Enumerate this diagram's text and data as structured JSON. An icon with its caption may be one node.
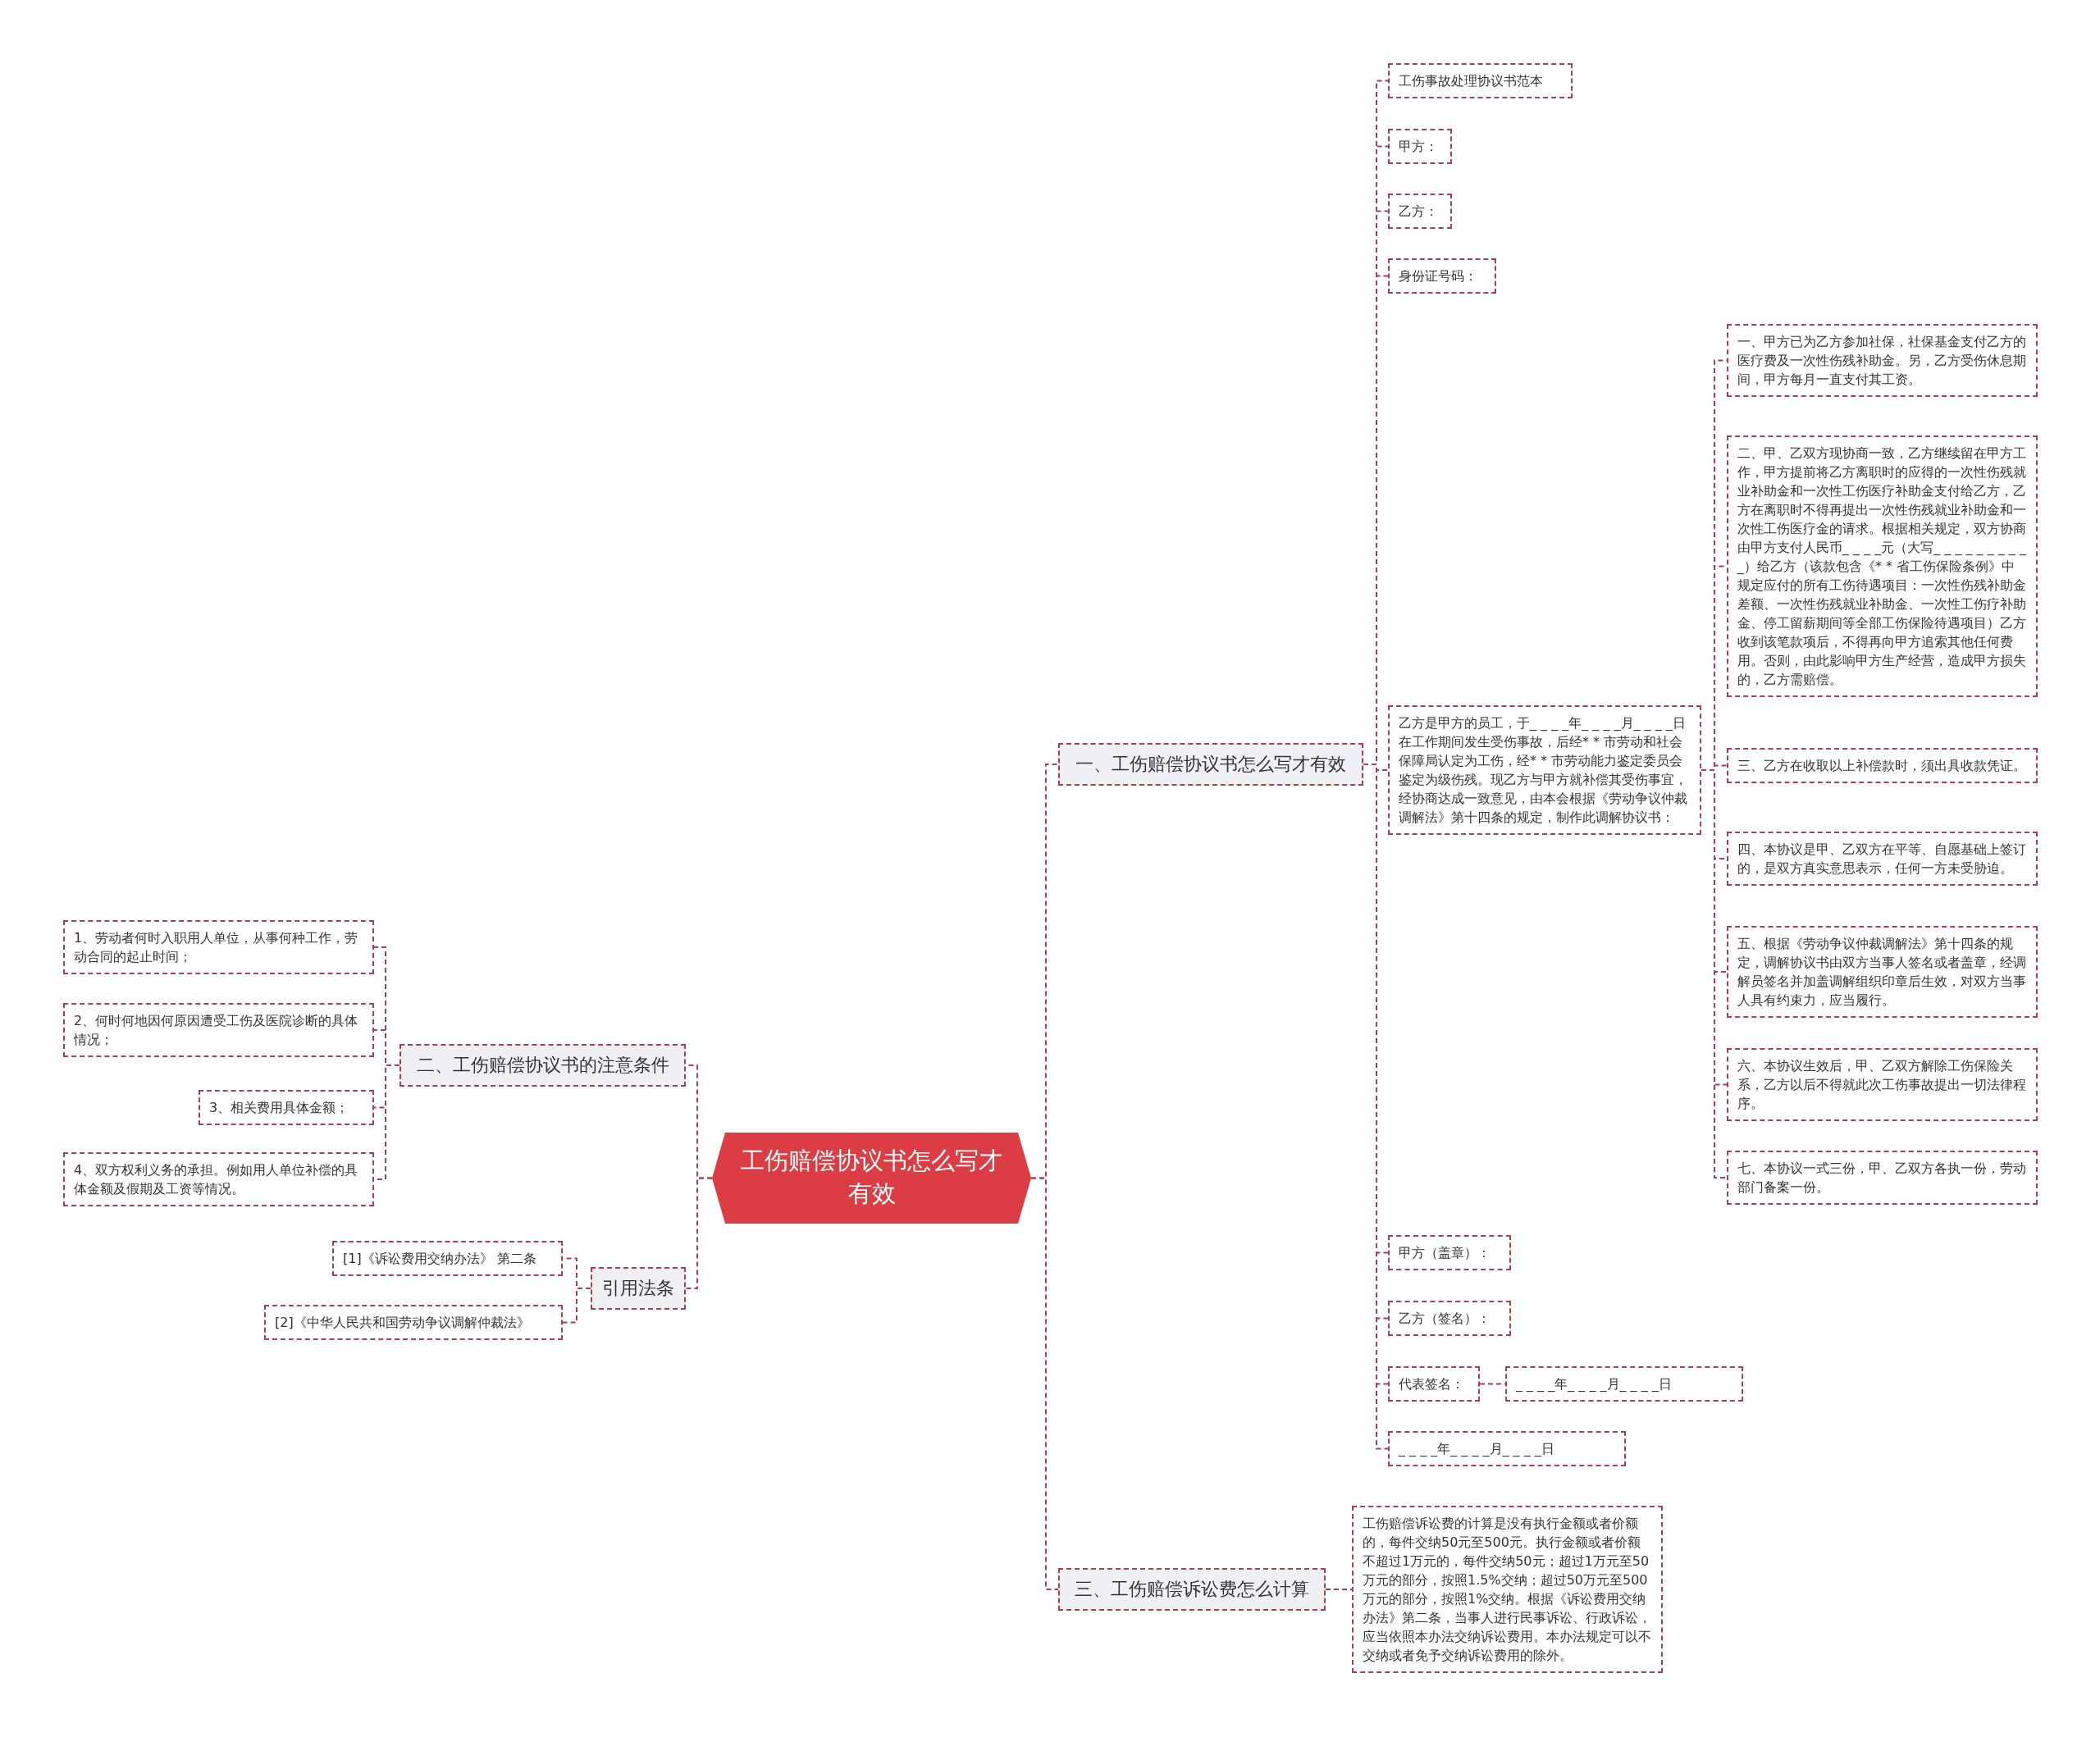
{
  "diagram": {
    "nodes": [
      {
        "text": [
          "工伤赔偿协议书怎么写才有效"
        ]
      },
      {
        "text": [
          "一、工伤赔偿协议书怎么写才有效"
        ]
      },
      {
        "text": [
          "工伤事故处理协议书范本"
        ]
      },
      {
        "text": [
          "甲方："
        ]
      },
      {
        "text": [
          "乙方："
        ]
      },
      {
        "text": [
          "身份证号码："
        ]
      },
      {
        "text": [
          "乙方是甲方的员工，于_ _ _ _年_ _ _ _月_ _ _ _日在工作期间发生受伤事故，后经* * 市劳动和社会保障局认定为工伤，经* * 市劳动能力鉴定委员会鉴定为级伤残。现乙方与甲方就补偿其受伤事宜，经协商达成一致意见，由本会根据《劳动争议仲裁调解法》第十四条的规定，制作此调解协议书："
        ]
      },
      {
        "text": [
          "一、甲方已为乙方参加社保，社保基金支付乙方的医疗费及一次性伤残补助金。另，乙方受伤休息期间，甲方每月一直支付其工资。"
        ]
      },
      {
        "text": [
          "二、甲、乙双方现协商一致，乙方继续留在甲方工作，甲方提前将乙方离职时的应得的一次性伤残就业补助金和一次性工伤医疗补助金支付给乙方，乙方在离职时不得再提出一次性伤残就业补助金和一次性工伤医疗金的请求。根据相关规定，双方协商由甲方支付人民币_ _ _ _元（大写_ _ _ _ _ _ _ _ _ _）给乙方（该款包含《* * 省工伤保险条例》中规定应付的所有工伤待遇项目：一次性伤残补助金差额、一次性伤残就业补助金、一次性工伤疗补助金、停工留薪期间等全部工伤保险待遇项目）乙方收到该笔款项后，不得再向甲方追索其他任何费用。否则，由此影响甲方生产经营，造成甲方损失的，乙方需赔偿。"
        ]
      },
      {
        "text": [
          "三、乙方在收取以上补偿款时，须出具收款凭证。"
        ]
      },
      {
        "text": [
          "四、本协议是甲、乙双方在平等、自愿基础上签订的，是双方真实意思表示，任何一方未受胁迫。"
        ]
      },
      {
        "text": [
          "五、根据《劳动争议仲裁调解法》第十四条的规定，调解协议书由双方当事人签名或者盖章，经调解员签名并加盖调解组织印章后生效，对双方当事人具有约束力，应当履行。"
        ]
      },
      {
        "text": [
          "六、本协议生效后，甲、乙双方解除工伤保险关系，乙方以后不得就此次工伤事故提出一切法律程序。"
        ]
      },
      {
        "text": [
          "七、本协议一式三份，甲、乙双方各执一份，劳动部门备案一份。"
        ]
      },
      {
        "text": [
          "甲方（盖章）："
        ]
      },
      {
        "text": [
          "乙方（签名）："
        ]
      },
      {
        "text": [
          "代表签名："
        ]
      },
      {
        "text": [
          "_ _ _ _年_ _ _ _月_ _ _ _日"
        ]
      },
      {
        "text": [
          "_ _ _ _年_ _ _ _月_ _ _ _日"
        ]
      },
      {
        "text": [
          "三、工伤赔偿诉讼费怎么计算"
        ]
      },
      {
        "text": [
          "工伤赔偿诉讼费的计算是没有执行金额或者价额的，每件交纳50元至500元。执行金额或者价额不超过1万元的，每件交纳50元；超过1万元至50万元的部分，按照1.5%交纳；超过50万元至500万元的部分，按照1%交纳。根据《诉讼费用交纳办法》第二条，当事人进行民事诉讼、行政诉讼，应当依照本办法交纳诉讼费用。本办法规定可以不交纳或者免予交纳诉讼费用的除外。"
        ]
      },
      {
        "text": [
          "二、工伤赔偿协议书的注意条件"
        ]
      },
      {
        "text": [
          "1、劳动者何时入职用人单位，从事何种工作，劳动合同的起止时间；"
        ]
      },
      {
        "text": [
          "2、何时何地因何原因遭受工伤及医院诊断的具体情况；"
        ]
      },
      {
        "text": [
          "3、相关费用具体金额；"
        ]
      },
      {
        "text": [
          "4、双方权利义务的承担。例如用人单位补偿的具体金额及假期及工资等情况。"
        ]
      },
      {
        "text": [
          "引用法条"
        ]
      },
      {
        "text": [
          "[1]《诉讼费用交纳办法》 第二条"
        ]
      },
      {
        "text": [
          "[2]《中华人民共和国劳动争议调解仲裁法》"
        ]
      }
    ],
    "edges": [
      {
        "from": 0,
        "to": 1,
        "arrow": "none"
      },
      {
        "from": 0,
        "to": 19,
        "arrow": "none"
      },
      {
        "from": 0,
        "to": 21,
        "arrow": "none"
      },
      {
        "from": 0,
        "to": 26,
        "arrow": "none"
      },
      {
        "from": 1,
        "to": 2,
        "arrow": "none"
      },
      {
        "from": 1,
        "to": 3,
        "arrow": "none"
      },
      {
        "from": 1,
        "to": 4,
        "arrow": "none"
      },
      {
        "from": 1,
        "to": 5,
        "arrow": "none"
      },
      {
        "from": 1,
        "to": 6,
        "arrow": "none"
      },
      {
        "from": 1,
        "to": 14,
        "arrow": "none"
      },
      {
        "from": 1,
        "to": 15,
        "arrow": "none"
      },
      {
        "from": 1,
        "to": 16,
        "arrow": "none"
      },
      {
        "from": 1,
        "to": 18,
        "arrow": "none"
      },
      {
        "from": 6,
        "to": 7,
        "arrow": "none"
      },
      {
        "from": 6,
        "to": 8,
        "arrow": "none"
      },
      {
        "from": 6,
        "to": 9,
        "arrow": "none"
      },
      {
        "from": 6,
        "to": 10,
        "arrow": "none"
      },
      {
        "from": 6,
        "to": 11,
        "arrow": "none"
      },
      {
        "from": 6,
        "to": 12,
        "arrow": "none"
      },
      {
        "from": 6,
        "to": 13,
        "arrow": "none"
      },
      {
        "from": 16,
        "to": 17,
        "arrow": "none"
      },
      {
        "from": 19,
        "to": 20,
        "arrow": "none"
      },
      {
        "from": 21,
        "to": 22,
        "arrow": "none"
      },
      {
        "from": 21,
        "to": 23,
        "arrow": "none"
      },
      {
        "from": 21,
        "to": 24,
        "arrow": "none"
      },
      {
        "from": 21,
        "to": 25,
        "arrow": "none"
      },
      {
        "from": 26,
        "to": 27,
        "arrow": "none"
      },
      {
        "from": 26,
        "to": 28,
        "arrow": "none"
      }
    ]
  }
}
